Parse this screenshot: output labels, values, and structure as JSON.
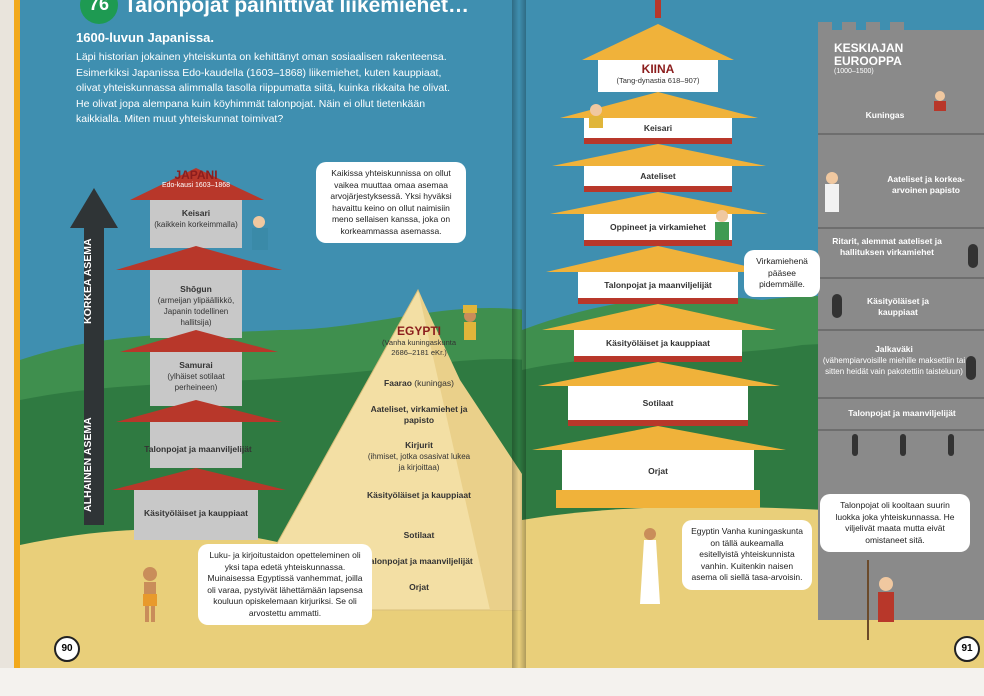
{
  "header": {
    "number": "76",
    "title": "Talonpojat päihittivät liikemiehet…",
    "subtitle": "1600-luvun Japanissa.",
    "intro": "Läpi historian jokainen yhteiskunta on kehittänyt oman sosiaalisen rakenteensa. Esimerkiksi Japanissa Edo-kaudella (1603–1868) liikemiehet, kuten kauppiaat, olivat yhteiskunnassa alimmalla tasolla riippumatta siitä, kuinka rikkaita he olivat. He olivat jopa alempana kuin köyhimmät talonpojat. Näin ei ollut tietenkään kaikkialla. Miten muut yhteiskunnat toimivat?"
  },
  "arrow": {
    "top_label": "KORKEA ASEMA",
    "bottom_label": "ALHAINEN ASEMA"
  },
  "japan": {
    "name": "JAPANI",
    "period": "Edo-kausi 1603–1868",
    "levels": [
      {
        "name": "Keisari",
        "note": "(kaikkein korkeimmalla)"
      },
      {
        "name": "Shōgun",
        "note": "(armeijan ylipäällikkö, Japanin todellinen hallitsija)"
      },
      {
        "name": "Samurai",
        "note": "(ylhäiset sotilaat perheineen)"
      },
      {
        "name": "Talonpojat ja maanviljelijät",
        "note": ""
      },
      {
        "name": "Käsityöläiset ja kauppiaat",
        "note": ""
      }
    ]
  },
  "bubble_japan": "Kaikissa yhteiskunnissa on ollut vaikea muuttaa omaa asemaa arvojärjestyksessä. Yksi hyväksi havaittu keino on ollut naimisiin meno sellaisen kanssa, joka on korkeammassa asemassa.",
  "egypt": {
    "name": "EGYPTI",
    "period": "(Vanha kuningaskunta 2686–2181 eKr.)",
    "levels": [
      {
        "name": "Faarao",
        "note": "(kuningas)"
      },
      {
        "name": "Aateliset, virkamiehet ja papisto",
        "note": ""
      },
      {
        "name": "Kirjurit",
        "note": "(ihmiset, jotka osasivat lukea ja kirjoittaa)"
      },
      {
        "name": "Käsityöläiset ja kauppiaat",
        "note": ""
      },
      {
        "name": "Sotilaat",
        "note": ""
      },
      {
        "name": "Talonpojat ja maanviljelijät",
        "note": ""
      },
      {
        "name": "Orjat",
        "note": ""
      }
    ]
  },
  "bubble_scribe": "Luku- ja kirjoitustaidon opetteleminen oli yksi tapa edetä yhteiskunnassa. Muinaisessa Egyptissä vanhemmat, joilla oli varaa, pystyivät lähettämään lapsensa kouluun opiskelemaan kirjuriksi. Se oli arvostettu ammatti.",
  "page_left": "90",
  "china": {
    "name": "KIINA",
    "period": "(Tang-dynastia 618–907)",
    "levels": [
      "Keisari",
      "Aateliset",
      "Oppineet ja virkamiehet",
      "Talonpojat ja maanviljelijät",
      "Käsityöläiset ja kauppiaat",
      "Sotilaat",
      "Orjat"
    ]
  },
  "bubble_china": "Virkamiehenä pääsee pidemmälle.",
  "bubble_egypt_woman": "Egyptin Vanha kuningaskunta on tällä aukeamalla esitellyistä yhteiskunnista vanhin. Kuitenkin naisen asema oli siellä tasa-arvoisin.",
  "europe": {
    "name": "KESKIAJAN EUROOPPA",
    "period": "(1000–1500)",
    "levels": [
      {
        "name": "Kuningas",
        "note": ""
      },
      {
        "name": "Aateliset ja korkea-arvoinen papisto",
        "note": ""
      },
      {
        "name": "Ritarit, alemmat aateliset ja hallituksen virkamiehet",
        "note": ""
      },
      {
        "name": "Käsityöläiset ja kauppiaat",
        "note": ""
      },
      {
        "name": "Jalkaväki",
        "note": "(vähempiarvoisille miehille maksettiin tai sitten heidät vain pakotettiin taisteluun)"
      },
      {
        "name": "Talonpojat ja maanviljelijät",
        "note": ""
      }
    ]
  },
  "bubble_europe": "Talonpojat oli kooltaan suurin luokka joka yhteiskunnassa. He viljelivät maata mutta eivät omistaneet sitä.",
  "page_right": "91",
  "colors": {
    "sky": "#3f8fb0",
    "roof_red": "#b8372a",
    "roof_yellow": "#f0b23a",
    "sand": "#e9cf7a",
    "stone": "#8a8a8a",
    "arrow": "#2f3436",
    "hill": "#3f8f4e"
  }
}
